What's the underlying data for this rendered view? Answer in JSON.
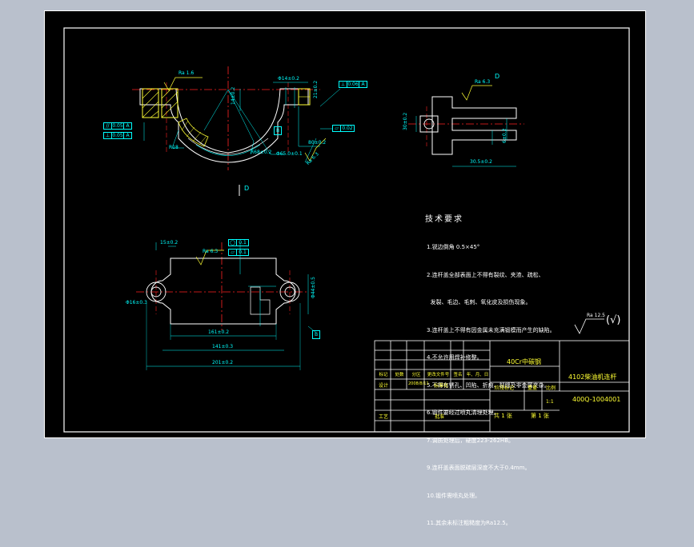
{
  "view_labels": {
    "section_mark_top": "D",
    "section_mark_mid": "D"
  },
  "dimensions": {
    "roughness_top_left": "Ra 1.6",
    "roughness_top_mid": "Ra 6.3",
    "roughness_bottom": "Ra 6.3",
    "roughness_right": "Ra 6.3",
    "dim_top_r": "Φ14±0.2",
    "dim_right_h1": "21±0.2",
    "dim_right_h2": "14±0.2",
    "dim_radius_lower": "R68±0.2",
    "dim_bore": "Φ65.0±0.1",
    "dim_bottom_a": "80±0.2",
    "dim_bottom_b": "R18",
    "dim_side_left": "30±0.2",
    "dim_side_h": "6±0.2",
    "dim_side_w": "30.5±0.2",
    "dim_plan_top": "15±0.2",
    "dim_plan_w1": "161±0.2",
    "dim_plan_w2": "141±0.3",
    "dim_plan_w3": "201±0.2",
    "dim_plan_h": "Φ44±0.5",
    "dim_plan_hole": "Φ16±0.3"
  },
  "tolerance_frames": [
    {
      "symbol": "//",
      "value": "0.05",
      "datum": "A"
    },
    {
      "symbol": "⊥",
      "value": "0.05",
      "datum": "A"
    },
    {
      "symbol": "⊥",
      "value": "0.06",
      "datum": "A"
    },
    {
      "symbol": "▱",
      "value": "0.02",
      "datum": ""
    },
    {
      "symbol": "◯",
      "value": "0.1",
      "datum": ""
    },
    {
      "symbol": "▱",
      "value": "0.1",
      "datum": ""
    }
  ],
  "datum_labels": {
    "a": "A",
    "b": "B",
    "c": "B"
  },
  "notes": {
    "title": "技术要求",
    "items": [
      "1.锐边倒角 0.5×45°",
      "2.连杆盖全部表面上不得有裂纹、夹渣、疏松、",
      "  发裂、毛边、毛刺、氧化皮及损伤现象。",
      "3.连杆盖上不得有因金属未充满锻模而产生的缺陷。",
      "4.不允许用焊补修整。",
      "5.不得有锈孔、凹陷、折痕、裂缝及非金属夹杂。",
      "6.锻件要经过喷丸清理处理。",
      "7.调质处理后，硬度223-262HB。",
      "9.连杆盖表面脱碳层深度不大于0.4mm。",
      "10.锻件需喷丸处理。",
      "11.其余未标注粗糙度为Ra12.5。"
    ]
  },
  "rest_roughness": {
    "value": "Ra 12.5",
    "paren": "(√)"
  },
  "title_block": {
    "material": "40Cr中碳钢",
    "drawing_name": "4102柴油机连杆",
    "drawing_number": "400Q-1004001",
    "headers": [
      "标记",
      "处数",
      "分区",
      "更改文件号",
      "签名",
      "年、月、日"
    ],
    "row_design": "设计",
    "row_standard": "标准化",
    "row_process": "工艺",
    "row_approve": "批准",
    "stage_label": "阶段标记",
    "weight_label": "重量",
    "scale_label": "比例",
    "scale_value": "1:1",
    "sheets_total": "共 1 张",
    "sheet_no": "第 1 张",
    "date_stamp": "2008/8/11"
  }
}
